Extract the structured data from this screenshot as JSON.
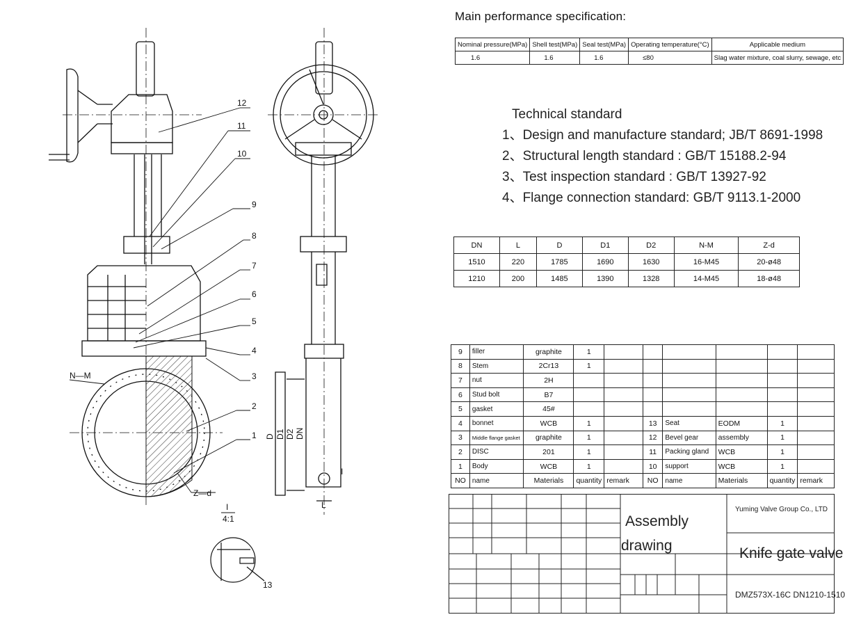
{
  "spec": {
    "title": "Main performance specification:",
    "headers": [
      "Nominal pressure(MPa)",
      "Shell test(MPa)",
      "Seal test(MPa)",
      "Operating temperature(°C)",
      "Applicable medium"
    ],
    "row": [
      "1.6",
      "1.6",
      "1.6",
      "≤80",
      "Slag water mixture, coal slurry, sewage, etc"
    ]
  },
  "technical": {
    "title": "Technical standard",
    "items": [
      "1、Design and manufacture standard; JB/T 8691-1998",
      "2、Structural length standard : GB/T 15188.2-94",
      "3、Test inspection standard : GB/T 13927-92",
      "4、Flange connection standard: GB/T 9113.1-2000"
    ]
  },
  "dimensions": {
    "headers": [
      "DN",
      "L",
      "D",
      "D1",
      "D2",
      "N-M",
      "Z-d"
    ],
    "rows": [
      [
        "1510",
        "220",
        "1785",
        "1690",
        "1630",
        "16-M45",
        "20-ø48"
      ],
      [
        "1210",
        "200",
        "1485",
        "1390",
        "1328",
        "14-M45",
        "18-ø48"
      ]
    ]
  },
  "bom": {
    "rows": [
      [
        "9",
        "filler",
        "graphite",
        "1",
        "",
        "",
        "",
        "",
        "",
        ""
      ],
      [
        "8",
        "Stem",
        "2Cr13",
        "1",
        "",
        "",
        "",
        "",
        "",
        ""
      ],
      [
        "7",
        "nut",
        "2H",
        "",
        "",
        "",
        "",
        "",
        "",
        ""
      ],
      [
        "6",
        "Stud bolt",
        "B7",
        "",
        "",
        "",
        "",
        "",
        "",
        ""
      ],
      [
        "5",
        "gasket",
        "45#",
        "",
        "",
        "",
        "",
        "",
        "",
        ""
      ],
      [
        "4",
        "bonnet",
        "WCB",
        "1",
        "",
        "13",
        "Seat",
        "EODM",
        "1",
        ""
      ],
      [
        "3",
        "Middle flange gasket",
        "graphite",
        "1",
        "",
        "12",
        "Bevel gear",
        "assembly",
        "1",
        ""
      ],
      [
        "2",
        "DISC",
        "201",
        "1",
        "",
        "11",
        "Packing gland",
        "WCB",
        "1",
        ""
      ],
      [
        "1",
        "Body",
        "WCB",
        "1",
        "",
        "10",
        "support",
        "WCB",
        "1",
        ""
      ]
    ],
    "header": [
      "NO",
      "name",
      "Materials",
      "quantity",
      "remark",
      "NO",
      "name",
      "Materials",
      "quantity",
      "remark"
    ]
  },
  "titleblock": {
    "drawing_type_1": "Assembly",
    "drawing_type_2": "drawing",
    "company": "Yuming Valve Group Co., LTD",
    "product": "Knife gate valve",
    "model": "DMZ573X-16C DN1210-1510"
  },
  "drawing_labels": {
    "callouts": [
      "12",
      "11",
      "10",
      "9",
      "8",
      "7",
      "6",
      "5",
      "4",
      "3",
      "2",
      "1"
    ],
    "nm": "N—M",
    "zd": "Z—d",
    "detail_mark": "I",
    "detail_scale": "4:1",
    "detail_callout": "13",
    "section_mark": "I",
    "dims": [
      "D",
      "D1",
      "D2",
      "DN"
    ],
    "length": "L"
  }
}
